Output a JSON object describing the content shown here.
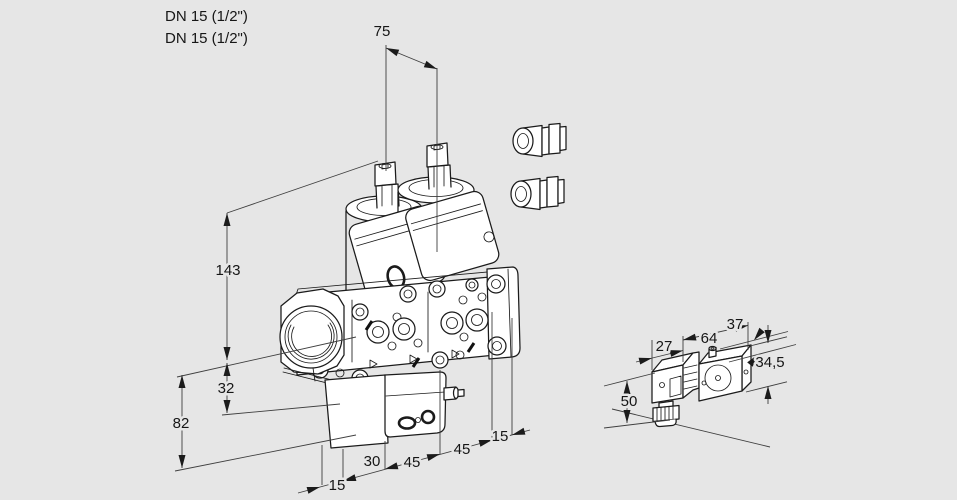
{
  "drawing": {
    "labels": {
      "dn1": "DN 15 (1/2\")",
      "dn2": "DN 15 (1/2\")"
    },
    "dimensions": {
      "d75": "75",
      "d143": "143",
      "d32": "32",
      "d82": "82",
      "chain": [
        "15",
        "30",
        "45",
        "45",
        "15"
      ],
      "d27": "27",
      "d64": "64",
      "d37": "37",
      "d34_5": "34,5",
      "d50": "50"
    },
    "colors": {
      "background": "#e6e6e6",
      "line": "#1b1b1b",
      "dimension": "#3f3f3f",
      "fill": "#ffffff"
    }
  }
}
